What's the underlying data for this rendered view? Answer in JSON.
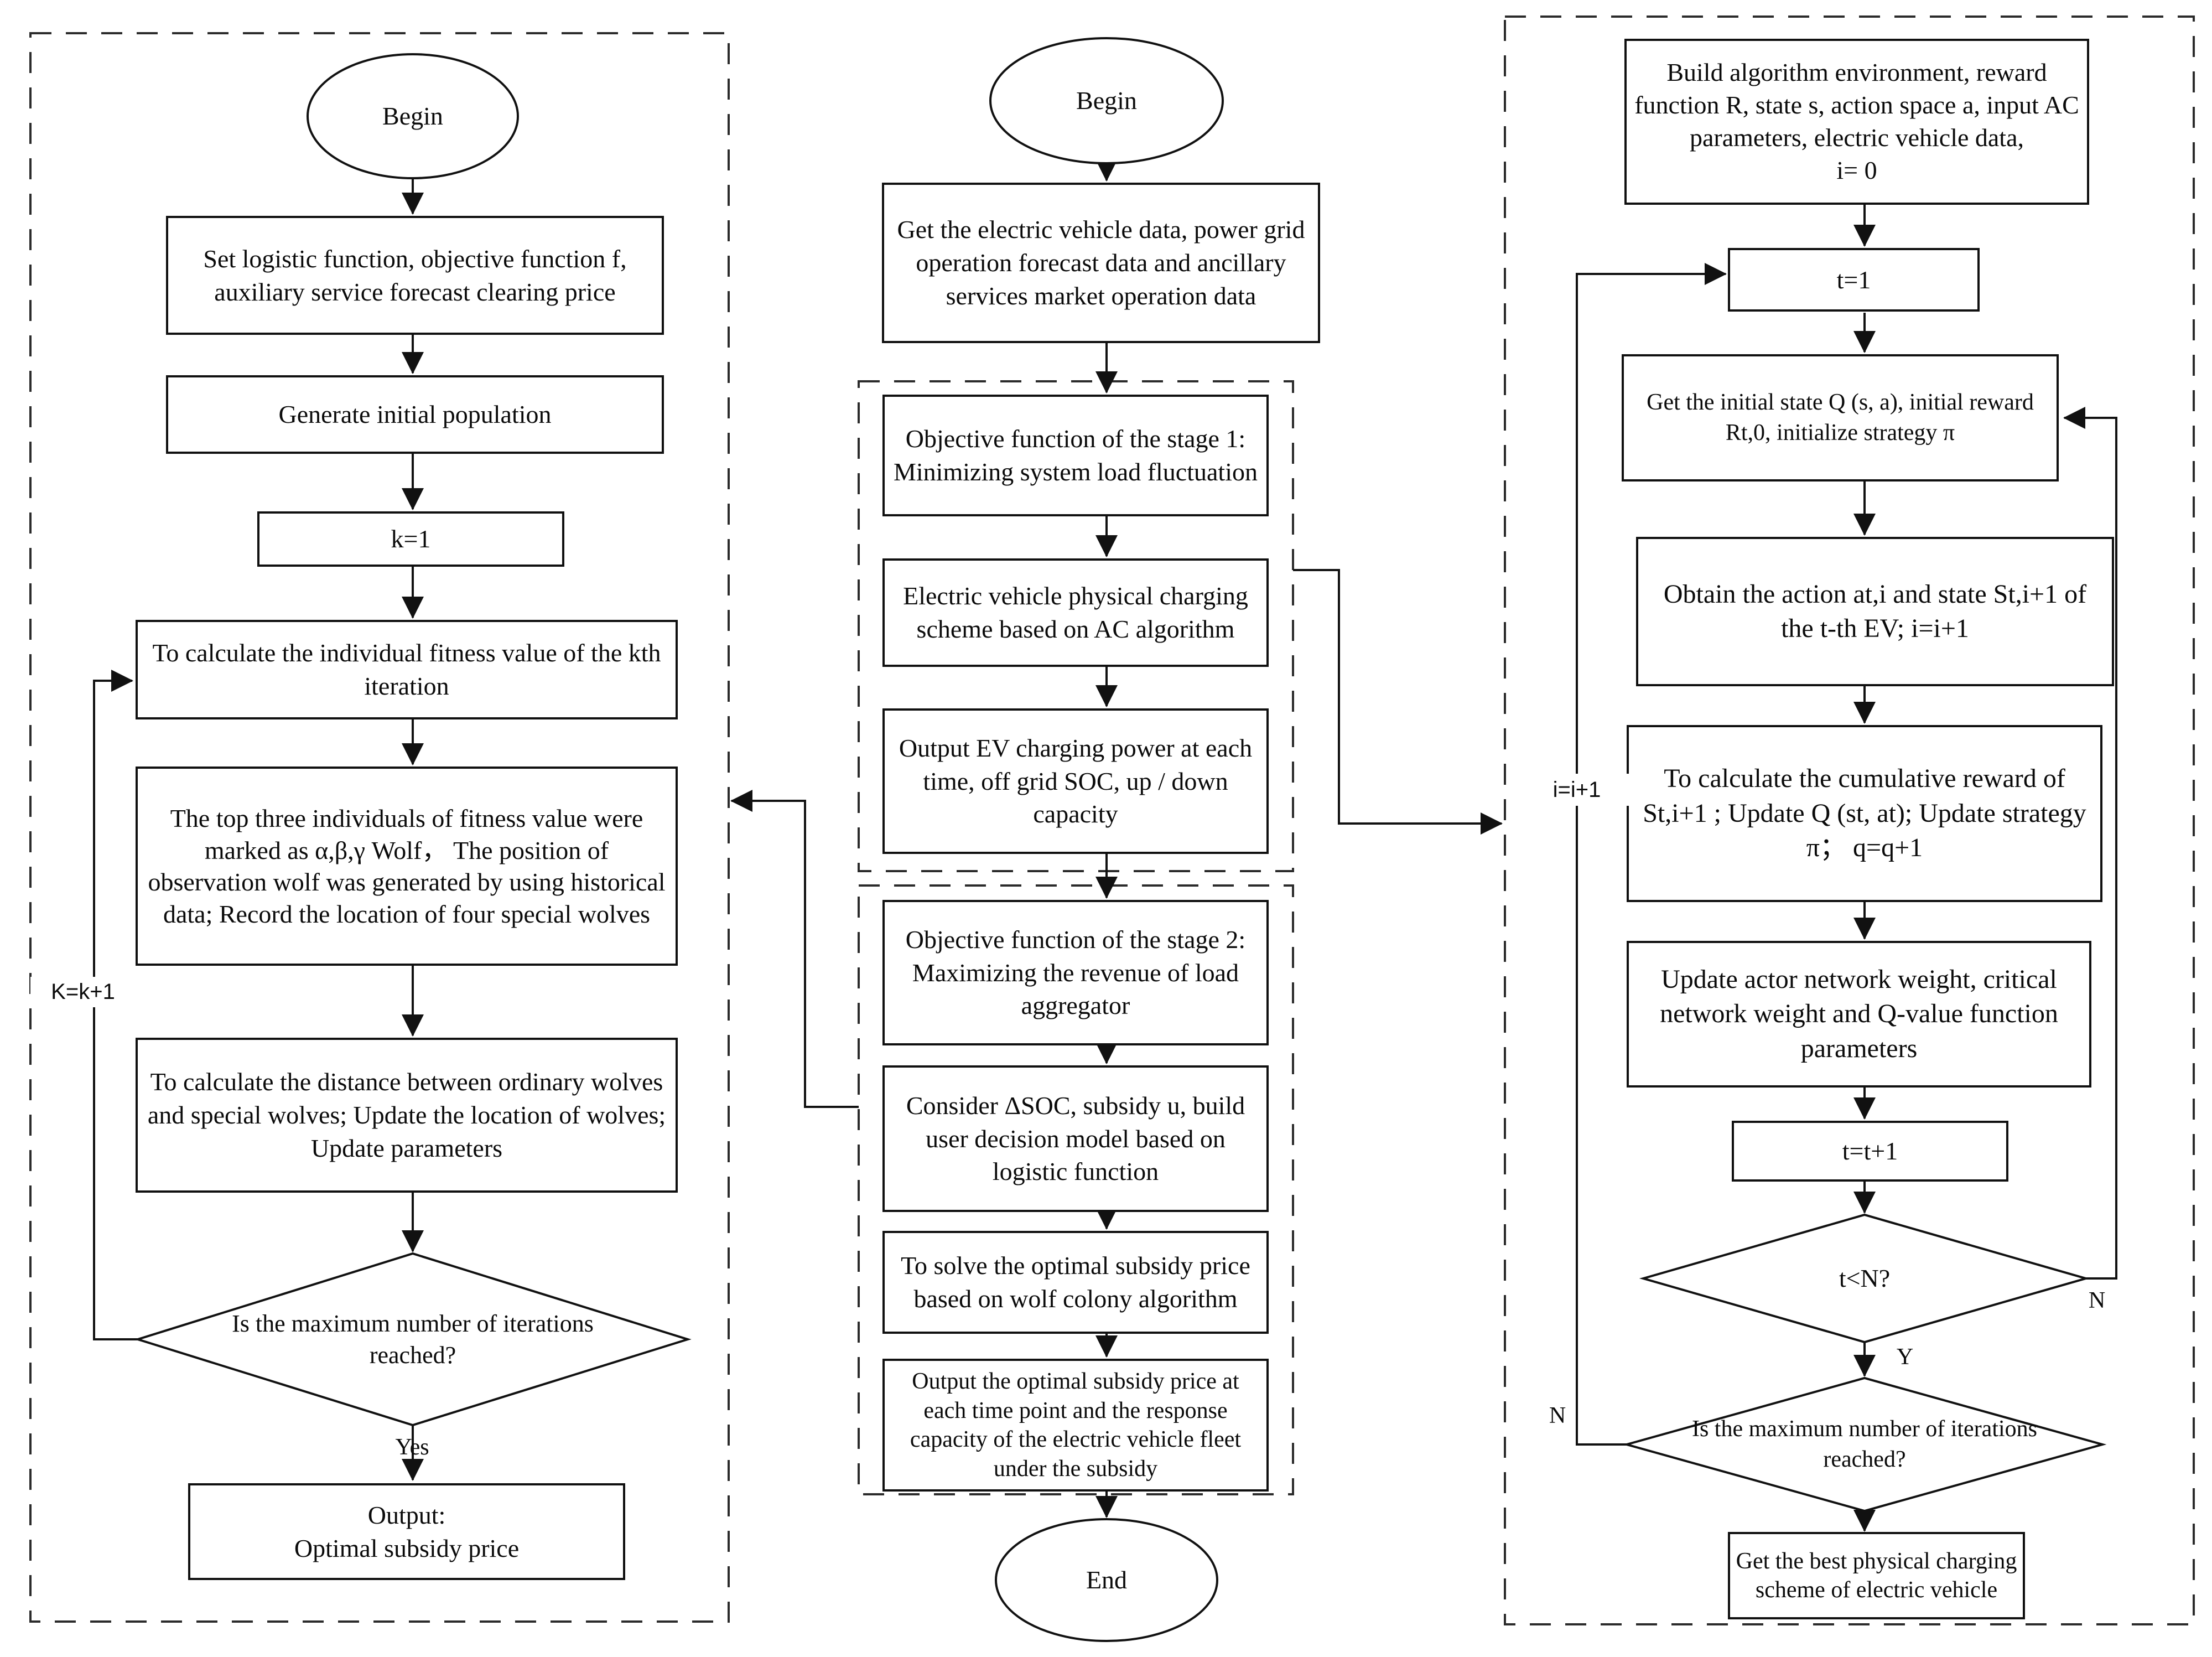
{
  "left": {
    "begin": "Begin",
    "set_box": "Set  logistic function, objective function f, auxiliary service forecast clearing price",
    "generate_box": "Generate initial population",
    "k1_box": "k=1",
    "fitness_box": "To calculate the individual fitness value of the kth iteration",
    "top_three_box": "The top three individuals of fitness value were marked as α,β,γ Wolf，  The position of observation wolf was generated by using historical data; Record the location of four special wolves",
    "distance_box": "To calculate the distance between ordinary wolves and special wolves; Update the location of wolves; Update parameters",
    "max_iter_diamond": "Is the maximum number of iterations reached?",
    "yes_label": "Yes",
    "loop_label": "K=k+1",
    "output_box": "Output:\nOptimal subsidy price"
  },
  "middle": {
    "begin": "Begin",
    "get_data_box": "Get the electric vehicle data, power grid operation forecast data and ancillary services market operation data",
    "stage1": {
      "objective_box": "Objective function of the  stage 1: Minimizing system load fluctuation",
      "ac_box": "Electric vehicle  physical charging scheme based on AC algorithm",
      "output_box": "Output EV charging power at each time, off grid SOC, up / down capacity"
    },
    "stage2": {
      "objective_box": "Objective function of the  stage 2: Maximizing the revenue of load aggregator",
      "consider_box": "Consider ΔSOC, subsidy u, build user decision model based on logistic function",
      "solve_box": "To solve the optimal subsidy price based on wolf colony algorithm",
      "output_box": "Output the optimal subsidy price at each time point and the response capacity of the electric vehicle fleet under the subsidy"
    },
    "end": "End"
  },
  "right": {
    "build_box": "Build algorithm environment, reward function R, state s, action space a, input AC parameters, electric vehicle data,\ni= 0",
    "t1_box": "t=1",
    "init_box": "Get the initial state Q (s, a), initial reward Rt,0, initialize strategy π",
    "obtain_box": "Obtain the action at,i and state St,i+1  of the t-th EV; i=i+1",
    "reward_box": "To calculate the cumulative reward of St,i+1 ; Update Q (st, at); Update strategy π；   q=q+1",
    "update_box": "Update actor network weight, critical network weight and Q-value function parameters",
    "tt1_box": "t=t+1",
    "tn_diamond": "t<N?",
    "max_iter_diamond": "Is the maximum number of iterations reached?",
    "best_box": "Get the best physical charging scheme of electric vehicle",
    "n_right_label": "N",
    "y_label": "Y",
    "n_left_label": "N",
    "i_loop_label": "i=i+1"
  }
}
